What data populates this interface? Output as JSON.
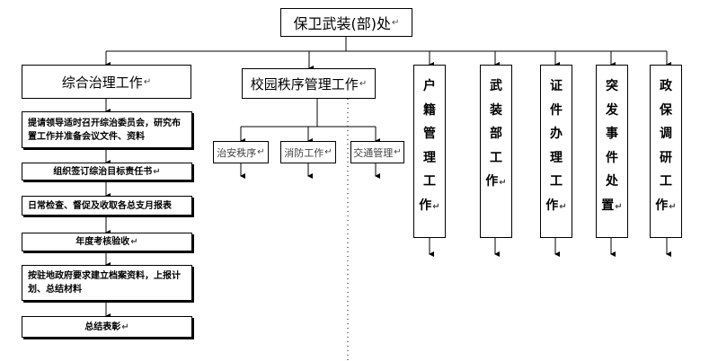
{
  "top": "保卫武装(部)处",
  "columns": {
    "comprehensive": {
      "title": "综合治理工作",
      "steps": [
        "提请领导适时召开综治委员会，研究布置工作并准备会议文件、资料",
        "组织签订综治目标责任书",
        "日常检查、督促及收取各总支月报表",
        "年度考核验收",
        "按驻地政府要求建立档案资料，上报计划、总结材料",
        "总结表彰"
      ]
    },
    "campus": {
      "title": "校园秩序管理工作",
      "subs": [
        "治安秩序",
        "消防工作",
        "交通管理"
      ]
    },
    "vertical": [
      "户籍管理工作",
      "武装部工作",
      "证件办理工作",
      "突发事件处置",
      "政保调研工作"
    ]
  },
  "return_mark": "↵"
}
